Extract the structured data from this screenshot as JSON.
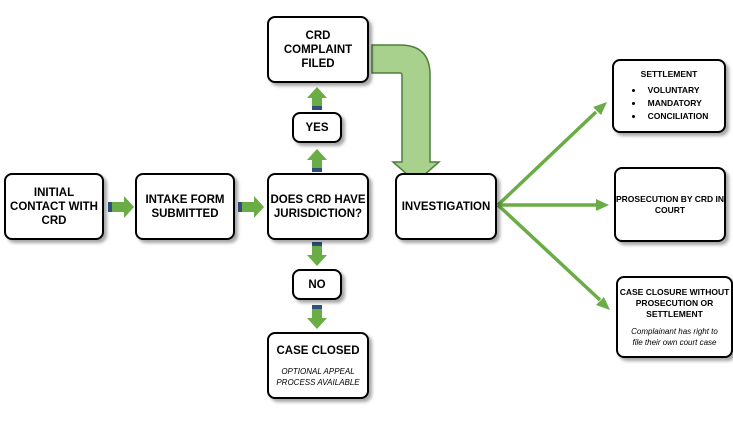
{
  "colors": {
    "arrow_fill": "#6aac45",
    "arrow_dark": "#2f4f7f",
    "curved_arrow_fill": "#a9d18e",
    "curved_arrow_stroke": "#4f7f3a",
    "box_border": "#000000"
  },
  "nodes": {
    "initial_contact": "INITIAL\nCONTACT WITH\nCRD",
    "intake_form": "INTAKE FORM\nSUBMITTED",
    "jurisdiction": "DOES CRD HAVE\nJURISDICTION?",
    "yes": "YES",
    "no": "NO",
    "complaint_filed": "CRD\nCOMPLAINT\nFILED",
    "investigation": "INVESTIGATION",
    "case_closed": {
      "title": "CASE CLOSED",
      "note": "OPTIONAL APPEAL\nPROCESS AVAILABLE"
    },
    "settlement": {
      "title": "SETTLEMENT",
      "items": [
        "VOLUNTARY",
        "MANDATORY",
        "CONCILIATION"
      ]
    },
    "prosecution": "PROSECUTION BY CRD IN\nCOURT",
    "case_closure": {
      "title": "CASE CLOSURE WITHOUT\nPROSECUTION OR\nSETTLEMENT",
      "note": "Complainant has right to\nfile their own court case"
    }
  }
}
